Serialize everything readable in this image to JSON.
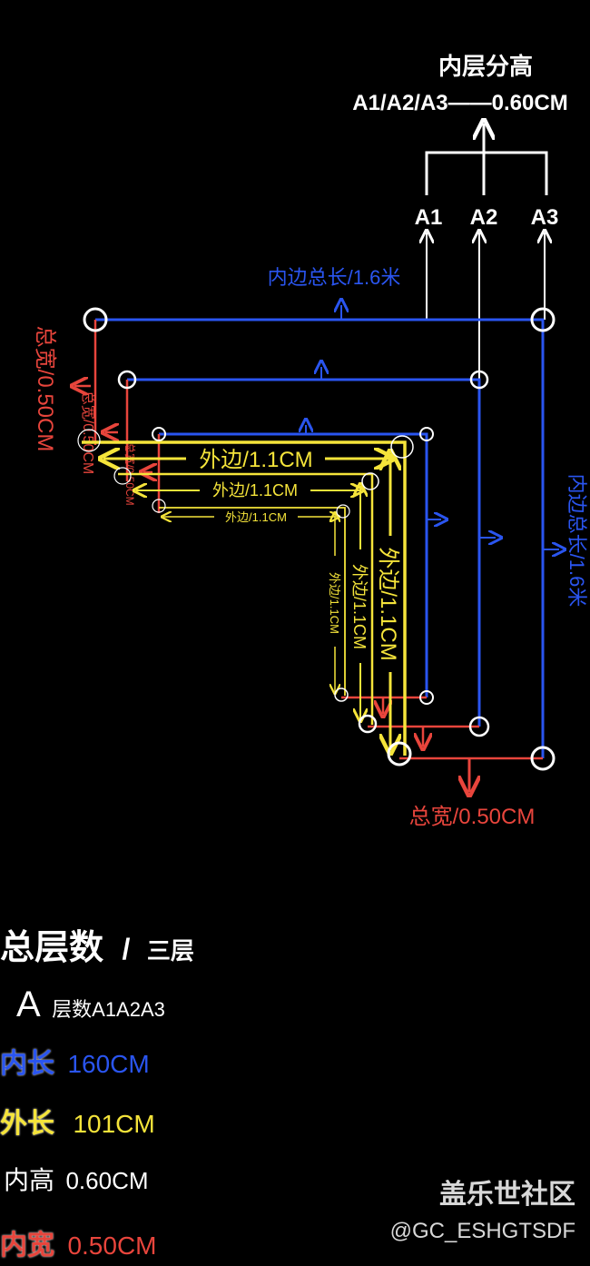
{
  "colors": {
    "blue": "#2a55f0",
    "yellow": "#f5e43a",
    "red": "#e8453c",
    "white": "#ffffff"
  },
  "header": {
    "title": "内层分高",
    "subtitle": "A1/A2/A3——0.60CM"
  },
  "layers": [
    "A1",
    "A2",
    "A3"
  ],
  "labels": {
    "inner_total_length": "内边总长/1.6米",
    "outer_edge": "外边/1.1CM",
    "total_width": "总宽/0.50CM",
    "total_width_small": "总宽/0.50CM"
  },
  "legend": {
    "total_layers_label": "总层数",
    "separator": "/",
    "total_layers_value": "三层",
    "a_letter": "A",
    "a_text": "层数A1A2A3",
    "inner_length_label": "内长",
    "inner_length_value": "160CM",
    "outer_length_label": "外长",
    "outer_length_value": "101CM",
    "inner_height_label": "内高",
    "inner_height_value": "0.60CM",
    "inner_width_label": "内宽",
    "inner_width_value": "0.50CM"
  },
  "watermark": {
    "brand": "盖乐世社区",
    "handle": "@GC_ESHGTSDF"
  }
}
